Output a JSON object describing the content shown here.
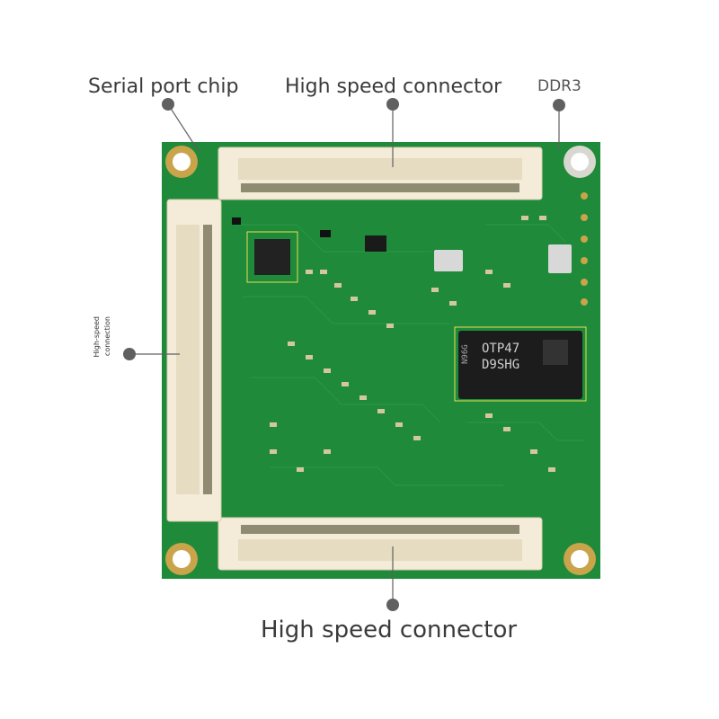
{
  "labels": {
    "serial_port_chip": "Serial port chip",
    "high_speed_connector_top": "High speed connector",
    "ddr3": "DDR3",
    "high_speed_connection_line1": "High-speed",
    "high_speed_connection_line2": "connection",
    "high_speed_connector_bottom": "High speed connector"
  },
  "chip_marking": {
    "line1": "OTP47",
    "line2": "D9SHG",
    "side": "N96G"
  },
  "colors": {
    "pcb": "#1e8a3a",
    "connector": "#f4ecd8",
    "callout": "#606060"
  }
}
